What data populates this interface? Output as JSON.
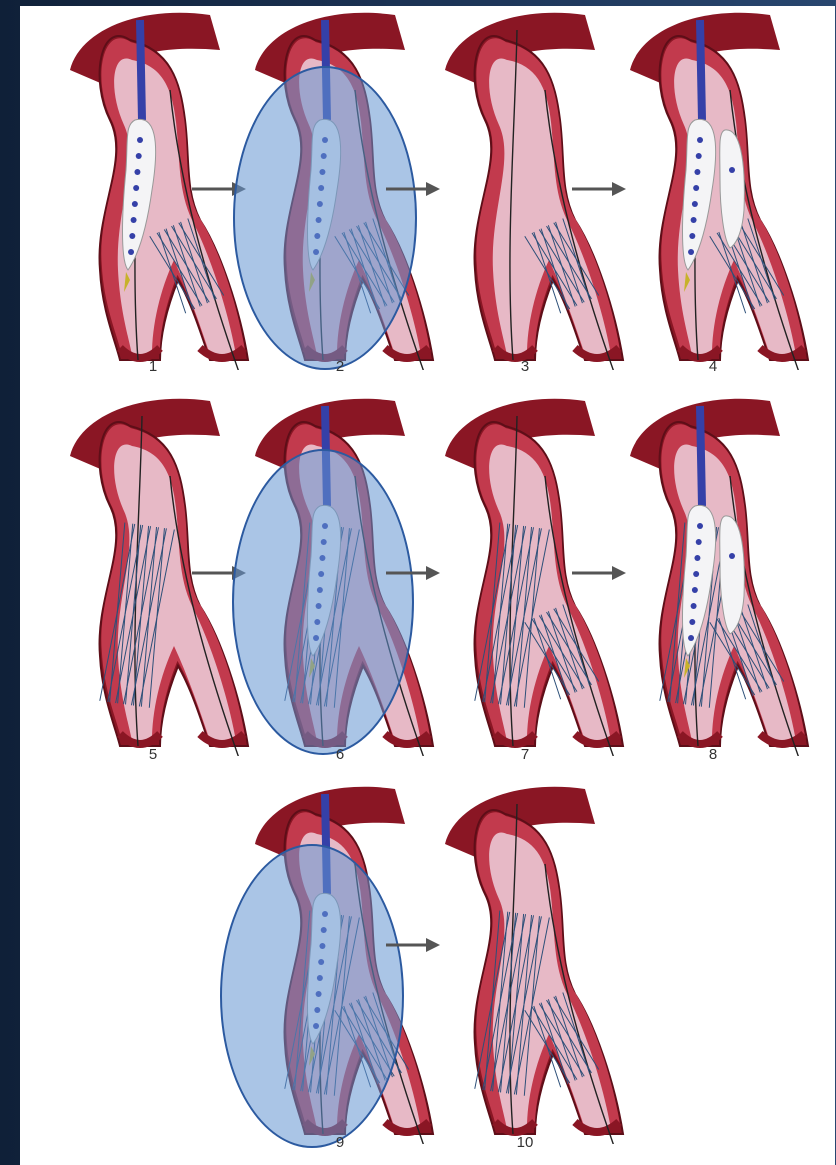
{
  "figure": {
    "colors": {
      "vessel_outer": "#8a1624",
      "vessel_wall": "#c23a4d",
      "vessel_lumen": "#e7b9c6",
      "catheter": "#3540a8",
      "balloon": "#f4f4f6",
      "stent": "#2c4f78",
      "highlight_fill": "#6d9ad4",
      "highlight_stroke": "#2c5aa0",
      "arrow": "#555555",
      "background_dark": "#13243f"
    },
    "steps": [
      {
        "label": "1",
        "balloon": "main",
        "stent": "side"
      },
      {
        "label": "2",
        "balloon": "main",
        "stent": "side",
        "highlighted": true
      },
      {
        "label": "3",
        "stent": "side"
      },
      {
        "label": "4",
        "balloon": "kissing",
        "stent": "side"
      },
      {
        "label": "5",
        "stent": "main"
      },
      {
        "label": "6",
        "balloon": "main",
        "stent": "main",
        "highlighted": true
      },
      {
        "label": "7",
        "stent": "both"
      },
      {
        "label": "8",
        "balloon": "kissing",
        "stent": "both"
      },
      {
        "label": "9",
        "balloon": "main",
        "stent": "both",
        "highlighted": true
      },
      {
        "label": "10",
        "stent": "both"
      }
    ],
    "arrow_icon": "right-arrow-icon"
  }
}
